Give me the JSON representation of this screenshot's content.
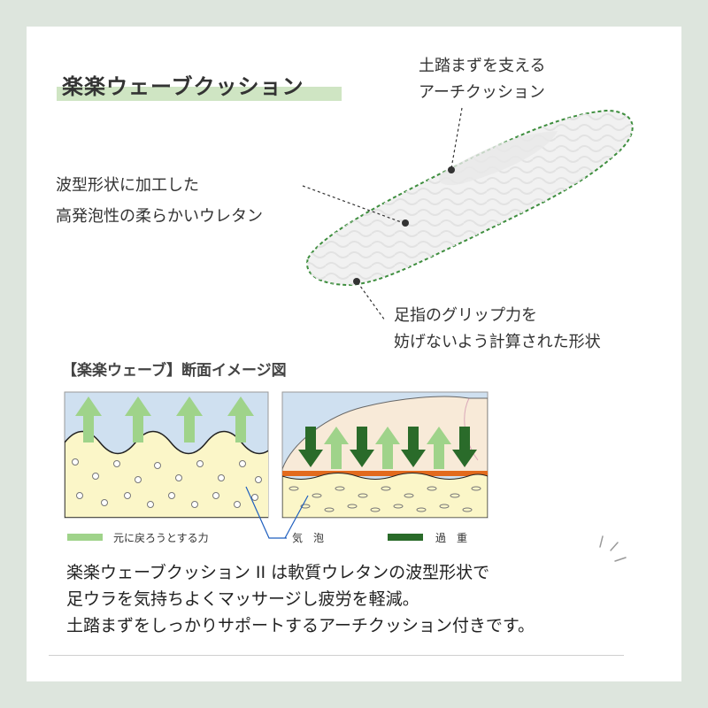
{
  "title": "楽楽ウェーブクッション",
  "annotations": {
    "arch": [
      "土踏まずを支える",
      "アーチクッション"
    ],
    "urethane": [
      "波型形状に加工した",
      "高発泡性の柔らかいウレタン"
    ],
    "grip": [
      "足指のグリップ力を",
      "妨げないよう計算された形状"
    ]
  },
  "section_title": "【楽楽ウェーブ】断面イメージ図",
  "legend": {
    "return_force": "元に戻ろうとする力",
    "bubbles": "気　泡",
    "pressure": "過　重"
  },
  "body_lines": [
    "楽楽ウェーブクッション II は軟質ウレタンの波型形状で",
    "足ウラを気持ちよくマッサージし疲労を軽減。",
    "土踏まずをしっかりサポートするアーチクッション付きです。"
  ],
  "colors": {
    "background": "#dde5dd",
    "card": "#ffffff",
    "accent_green": "#cfe5c3",
    "light_arrow": "#9fd38a",
    "dark_arrow": "#2a6b2a",
    "foam": "#fbf6c8",
    "panel": "#cfe0f0",
    "insole_outline": "#3e8e3e"
  }
}
